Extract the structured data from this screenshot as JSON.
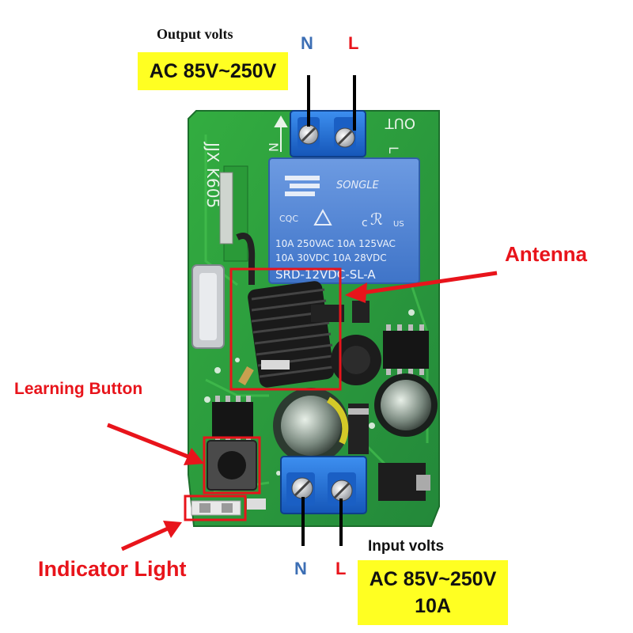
{
  "output": {
    "heading": "Output volts",
    "voltage": "AC 85V~250V",
    "n_label": "N",
    "l_label": "L"
  },
  "input": {
    "heading": "Input volts",
    "voltage": "AC 85V~250V",
    "current": "10A",
    "n_label": "N",
    "l_label": "L"
  },
  "callouts": {
    "antenna": "Antenna",
    "learning_button": "Learning Button",
    "indicator_light": "Indicator Light"
  },
  "board": {
    "silk_model": "JJX K605",
    "silk_out": "OUT",
    "silk_n": "N",
    "silk_l": "L",
    "relay_brand": "SONGLE",
    "relay_spec_1": "10A 250VAC  10A 125VAC",
    "relay_spec_2": "10A  30VDC  10A  28VDC",
    "relay_model": "SRD-12VDC-SL-A",
    "relay_cert_1": "CQC",
    "relay_cert_2": "c",
    "relay_cert_3": "US"
  },
  "colors": {
    "pcb_green": "#2fa33a",
    "terminal_blue": "#1f6fd6",
    "relay_blue": "#4f86d8",
    "highlight_yellow": "#ffff22",
    "annotation_red": "#e8141b",
    "n_blue": "#3c6eb4"
  }
}
